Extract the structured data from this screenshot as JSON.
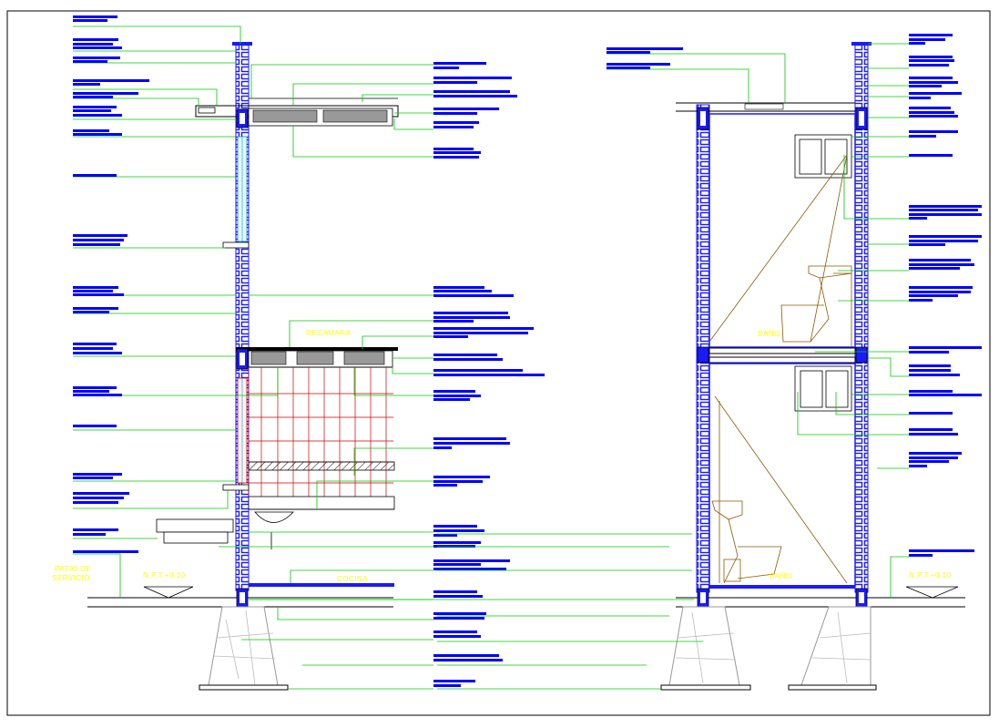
{
  "colors": {
    "background": "#ffffff",
    "frame": "#000000",
    "wall_block": "#1a1aff",
    "leader": "#00cc00",
    "label_blue": "#0000ff",
    "room_text": "#ffff00",
    "tile_grid": "#cc0000",
    "fixture": "#8b5a00",
    "footing": "#999999",
    "ground": "#000000"
  },
  "section_left": {
    "room_upper": "RECAMARA",
    "room_lower": "COCINA",
    "exterior_label_line1": "PATIO  DE",
    "exterior_label_line2": "SERVICIO",
    "level_mark": "N.P.T.+0.10"
  },
  "section_right": {
    "room_upper": "BAÑO",
    "room_lower": "BAÑO",
    "level_mark": "N.P.T.+0.10"
  }
}
